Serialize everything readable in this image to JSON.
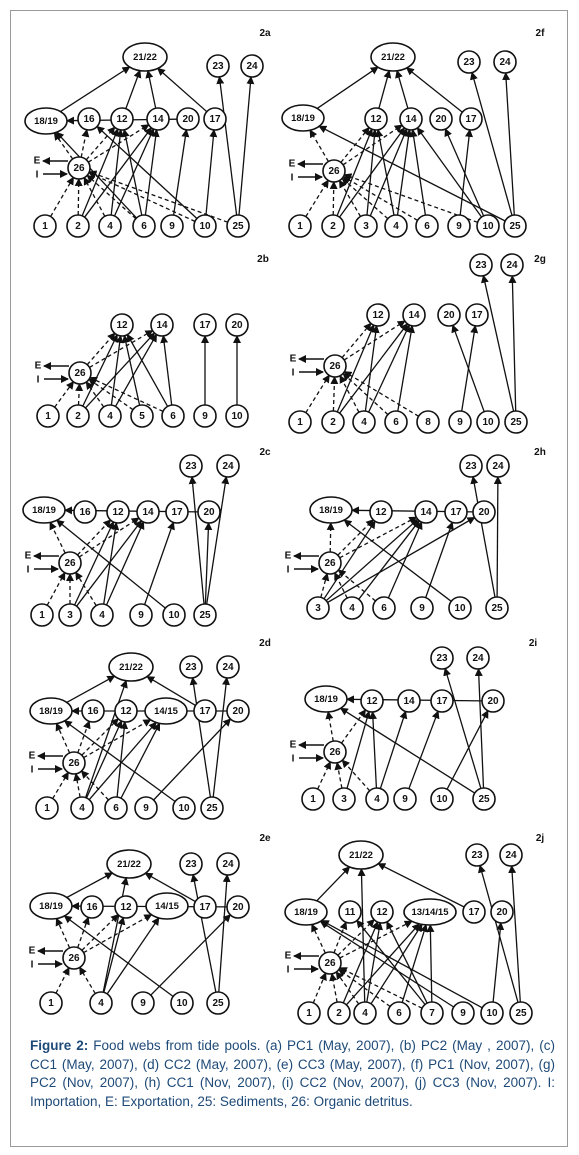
{
  "figure": {
    "caption_label": "Figure 2:",
    "caption_text": " Food webs from tide pools. (a) PC1 (May, 2007), (b) PC2 (May , 2007), (c) CC1 (May, 2007), (d) CC2 (May, 2007), (e) CC3 (May, 2007), (f) PC1 (Nov, 2007), (g) PC2 (Nov, 2007), (h) CC1 (Nov, 2007), (i) CC2 (Nov, 2007), (j) CC3 (Nov, 2007). I: Importation, E: Exportation, 25: Sediments, 26: Organic detritus."
  },
  "panels": [
    {
      "id": "2a",
      "nodes": [
        "21/22",
        "23",
        "24",
        "18/19",
        "16",
        "12",
        "14",
        "20",
        "17",
        "26",
        "1",
        "2",
        "4",
        "6",
        "9",
        "10",
        "25"
      ],
      "edges": [
        [
          "18/19",
          "21/22",
          "solid"
        ],
        [
          "12",
          "21/22",
          "solid"
        ],
        [
          "14",
          "21/22",
          "solid"
        ],
        [
          "17",
          "21/22",
          "solid"
        ],
        [
          "25",
          "23",
          "solid"
        ],
        [
          "25",
          "24",
          "solid"
        ],
        [
          "20",
          "18/19",
          "solid"
        ],
        [
          "2",
          "12",
          "solid"
        ],
        [
          "2",
          "14",
          "solid"
        ],
        [
          "4",
          "12",
          "solid"
        ],
        [
          "4",
          "14",
          "solid"
        ],
        [
          "6",
          "12",
          "solid"
        ],
        [
          "6",
          "14",
          "solid"
        ],
        [
          "6",
          "18/19",
          "solid"
        ],
        [
          "9",
          "20",
          "solid"
        ],
        [
          "10",
          "17",
          "solid"
        ],
        [
          "10",
          "16",
          "solid"
        ],
        [
          "26",
          "12",
          "dashed"
        ],
        [
          "26",
          "14",
          "dashed"
        ],
        [
          "26",
          "18/19",
          "dashed"
        ],
        [
          "26",
          "16",
          "dashed"
        ],
        [
          "1",
          "26",
          "dashed"
        ],
        [
          "2",
          "26",
          "dashed"
        ],
        [
          "4",
          "26",
          "dashed"
        ],
        [
          "6",
          "26",
          "dashed"
        ],
        [
          "10",
          "26",
          "dashed"
        ],
        [
          "25",
          "26",
          "dashed"
        ]
      ]
    },
    {
      "id": "2f",
      "nodes": [
        "21/22",
        "23",
        "24",
        "18/19",
        "12",
        "14",
        "20",
        "17",
        "26",
        "1",
        "2",
        "3",
        "4",
        "6",
        "9",
        "10",
        "25"
      ],
      "edges": [
        [
          "18/19",
          "21/22",
          "solid"
        ],
        [
          "12",
          "21/22",
          "solid"
        ],
        [
          "14",
          "21/22",
          "solid"
        ],
        [
          "17",
          "21/22",
          "solid"
        ],
        [
          "25",
          "23",
          "solid"
        ],
        [
          "25",
          "24",
          "solid"
        ],
        [
          "25",
          "18/19",
          "solid"
        ],
        [
          "2",
          "12",
          "solid"
        ],
        [
          "2",
          "14",
          "solid"
        ],
        [
          "3",
          "12",
          "solid"
        ],
        [
          "3",
          "14",
          "solid"
        ],
        [
          "4",
          "12",
          "solid"
        ],
        [
          "4",
          "14",
          "solid"
        ],
        [
          "6",
          "14",
          "solid"
        ],
        [
          "9",
          "17",
          "solid"
        ],
        [
          "10",
          "20",
          "solid"
        ],
        [
          "10",
          "14",
          "solid"
        ],
        [
          "26",
          "12",
          "dashed"
        ],
        [
          "26",
          "14",
          "dashed"
        ],
        [
          "26",
          "18/19",
          "dashed"
        ],
        [
          "1",
          "26",
          "dashed"
        ],
        [
          "2",
          "26",
          "dashed"
        ],
        [
          "3",
          "26",
          "dashed"
        ],
        [
          "4",
          "26",
          "dashed"
        ],
        [
          "6",
          "26",
          "dashed"
        ],
        [
          "10",
          "26",
          "dashed"
        ]
      ]
    },
    {
      "id": "2b",
      "nodes": [
        "12",
        "14",
        "17",
        "20",
        "26",
        "1",
        "2",
        "4",
        "5",
        "6",
        "9",
        "10"
      ],
      "edges": [
        [
          "2",
          "12",
          "solid"
        ],
        [
          "2",
          "14",
          "solid"
        ],
        [
          "4",
          "12",
          "solid"
        ],
        [
          "4",
          "14",
          "solid"
        ],
        [
          "5",
          "12",
          "solid"
        ],
        [
          "6",
          "12",
          "solid"
        ],
        [
          "6",
          "14",
          "solid"
        ],
        [
          "9",
          "17",
          "solid"
        ],
        [
          "10",
          "20",
          "solid"
        ],
        [
          "26",
          "12",
          "dashed"
        ],
        [
          "26",
          "14",
          "dashed"
        ],
        [
          "1",
          "26",
          "dashed"
        ],
        [
          "2",
          "26",
          "dashed"
        ],
        [
          "4",
          "26",
          "dashed"
        ],
        [
          "5",
          "26",
          "dashed"
        ],
        [
          "6",
          "26",
          "dashed"
        ]
      ]
    },
    {
      "id": "2g",
      "nodes": [
        "23",
        "24",
        "12",
        "14",
        "20",
        "17",
        "26",
        "1",
        "2",
        "4",
        "6",
        "8",
        "9",
        "10",
        "25"
      ],
      "edges": [
        [
          "25",
          "23",
          "solid"
        ],
        [
          "25",
          "24",
          "solid"
        ],
        [
          "10",
          "20",
          "solid"
        ],
        [
          "9",
          "17",
          "solid"
        ],
        [
          "2",
          "12",
          "solid"
        ],
        [
          "2",
          "14",
          "solid"
        ],
        [
          "4",
          "12",
          "solid"
        ],
        [
          "4",
          "14",
          "solid"
        ],
        [
          "6",
          "14",
          "solid"
        ],
        [
          "26",
          "12",
          "dashed"
        ],
        [
          "26",
          "14",
          "dashed"
        ],
        [
          "1",
          "26",
          "dashed"
        ],
        [
          "2",
          "26",
          "dashed"
        ],
        [
          "4",
          "26",
          "dashed"
        ],
        [
          "6",
          "26",
          "dashed"
        ],
        [
          "8",
          "26",
          "dashed"
        ]
      ]
    },
    {
      "id": "2c",
      "nodes": [
        "23",
        "24",
        "18/19",
        "16",
        "12",
        "14",
        "17",
        "20",
        "26",
        "1",
        "3",
        "4",
        "9",
        "10",
        "25"
      ],
      "edges": [
        [
          "25",
          "23",
          "solid"
        ],
        [
          "25",
          "24",
          "solid"
        ],
        [
          "20",
          "18/19",
          "solid"
        ],
        [
          "10",
          "18/19",
          "solid"
        ],
        [
          "3",
          "12",
          "solid"
        ],
        [
          "3",
          "14",
          "solid"
        ],
        [
          "4",
          "12",
          "solid"
        ],
        [
          "4",
          "14",
          "solid"
        ],
        [
          "9",
          "17",
          "solid"
        ],
        [
          "25",
          "20",
          "solid"
        ],
        [
          "26",
          "12",
          "dashed"
        ],
        [
          "26",
          "14",
          "dashed"
        ],
        [
          "26",
          "18/19",
          "dashed"
        ],
        [
          "1",
          "26",
          "dashed"
        ],
        [
          "3",
          "26",
          "dashed"
        ],
        [
          "4",
          "26",
          "dashed"
        ]
      ]
    },
    {
      "id": "2h",
      "nodes": [
        "23",
        "24",
        "18/19",
        "12",
        "14",
        "17",
        "20",
        "26",
        "3",
        "4",
        "6",
        "9",
        "10",
        "25"
      ],
      "edges": [
        [
          "25",
          "23",
          "solid"
        ],
        [
          "25",
          "24",
          "solid"
        ],
        [
          "20",
          "18/19",
          "solid"
        ],
        [
          "10",
          "18/19",
          "solid"
        ],
        [
          "3",
          "12",
          "solid"
        ],
        [
          "3",
          "14",
          "solid"
        ],
        [
          "4",
          "14",
          "solid"
        ],
        [
          "6",
          "14",
          "solid"
        ],
        [
          "9",
          "17",
          "solid"
        ],
        [
          "3",
          "20",
          "solid"
        ],
        [
          "26",
          "12",
          "dashed"
        ],
        [
          "26",
          "14",
          "dashed"
        ],
        [
          "26",
          "18/19",
          "dashed"
        ],
        [
          "3",
          "26",
          "dashed"
        ],
        [
          "4",
          "26",
          "dashed"
        ],
        [
          "6",
          "26",
          "dashed"
        ]
      ]
    },
    {
      "id": "2d",
      "nodes": [
        "21/22",
        "23",
        "24",
        "18/19",
        "16",
        "12",
        "14/15",
        "17",
        "20",
        "26",
        "1",
        "4",
        "6",
        "9",
        "10",
        "25"
      ],
      "edges": [
        [
          "18/19",
          "21/22",
          "solid"
        ],
        [
          "17",
          "21/22",
          "solid"
        ],
        [
          "4",
          "21/22",
          "solid"
        ],
        [
          "25",
          "23",
          "solid"
        ],
        [
          "25",
          "24",
          "solid"
        ],
        [
          "20",
          "18/19",
          "solid"
        ],
        [
          "10",
          "18/19",
          "solid"
        ],
        [
          "4",
          "12",
          "solid"
        ],
        [
          "4",
          "14/15",
          "solid"
        ],
        [
          "6",
          "12",
          "solid"
        ],
        [
          "6",
          "14/15",
          "solid"
        ],
        [
          "9",
          "20",
          "solid"
        ],
        [
          "26",
          "12",
          "dashed"
        ],
        [
          "26",
          "14/15",
          "dashed"
        ],
        [
          "26",
          "18/19",
          "dashed"
        ],
        [
          "26",
          "16",
          "dashed"
        ],
        [
          "1",
          "26",
          "dashed"
        ],
        [
          "4",
          "26",
          "dashed"
        ],
        [
          "6",
          "26",
          "dashed"
        ]
      ]
    },
    {
      "id": "2i",
      "nodes": [
        "23",
        "24",
        "18/19",
        "12",
        "14",
        "17",
        "20",
        "26",
        "1",
        "3",
        "4",
        "9",
        "10",
        "25"
      ],
      "edges": [
        [
          "25",
          "23",
          "solid"
        ],
        [
          "25",
          "24",
          "solid"
        ],
        [
          "20",
          "18/19",
          "solid"
        ],
        [
          "25",
          "18/19",
          "solid"
        ],
        [
          "3",
          "12",
          "solid"
        ],
        [
          "4",
          "12",
          "solid"
        ],
        [
          "4",
          "14",
          "solid"
        ],
        [
          "9",
          "17",
          "solid"
        ],
        [
          "10",
          "20",
          "solid"
        ],
        [
          "26",
          "12",
          "dashed"
        ],
        [
          "26",
          "18/19",
          "dashed"
        ],
        [
          "1",
          "26",
          "dashed"
        ],
        [
          "3",
          "26",
          "dashed"
        ],
        [
          "4",
          "26",
          "dashed"
        ]
      ]
    },
    {
      "id": "2e",
      "nodes": [
        "21/22",
        "23",
        "24",
        "18/19",
        "16",
        "12",
        "14/15",
        "17",
        "20",
        "26",
        "1",
        "4",
        "9",
        "10",
        "25"
      ],
      "edges": [
        [
          "18/19",
          "21/22",
          "solid"
        ],
        [
          "17",
          "21/22",
          "solid"
        ],
        [
          "4",
          "21/22",
          "solid"
        ],
        [
          "25",
          "23",
          "solid"
        ],
        [
          "25",
          "24",
          "solid"
        ],
        [
          "20",
          "18/19",
          "solid"
        ],
        [
          "10",
          "18/19",
          "solid"
        ],
        [
          "4",
          "12",
          "solid"
        ],
        [
          "4",
          "14/15",
          "solid"
        ],
        [
          "9",
          "20",
          "solid"
        ],
        [
          "26",
          "12",
          "dashed"
        ],
        [
          "26",
          "14/15",
          "dashed"
        ],
        [
          "26",
          "18/19",
          "dashed"
        ],
        [
          "26",
          "16",
          "dashed"
        ],
        [
          "1",
          "26",
          "dashed"
        ],
        [
          "4",
          "26",
          "dashed"
        ]
      ]
    },
    {
      "id": "2j",
      "nodes": [
        "21/22",
        "23",
        "24",
        "18/19",
        "11",
        "12",
        "13/14/15",
        "17",
        "20",
        "26",
        "1",
        "2",
        "4",
        "6",
        "7",
        "9",
        "10",
        "25"
      ],
      "edges": [
        [
          "18/19",
          "21/22",
          "solid"
        ],
        [
          "17",
          "21/22",
          "solid"
        ],
        [
          "4",
          "21/22",
          "solid"
        ],
        [
          "25",
          "23",
          "solid"
        ],
        [
          "25",
          "24",
          "solid"
        ],
        [
          "9",
          "18/19",
          "solid"
        ],
        [
          "10",
          "18/19",
          "solid"
        ],
        [
          "2",
          "12",
          "solid"
        ],
        [
          "2",
          "13/14/15",
          "solid"
        ],
        [
          "4",
          "12",
          "solid"
        ],
        [
          "4",
          "13/14/15",
          "solid"
        ],
        [
          "6",
          "13/14/15",
          "solid"
        ],
        [
          "7",
          "12",
          "solid"
        ],
        [
          "7",
          "13/14/15",
          "solid"
        ],
        [
          "10",
          "20",
          "solid"
        ],
        [
          "7",
          "11",
          "solid"
        ],
        [
          "26",
          "11",
          "dashed"
        ],
        [
          "26",
          "12",
          "dashed"
        ],
        [
          "26",
          "13/14/15",
          "dashed"
        ],
        [
          "26",
          "18/19",
          "dashed"
        ],
        [
          "1",
          "26",
          "dashed"
        ],
        [
          "2",
          "26",
          "dashed"
        ],
        [
          "4",
          "26",
          "dashed"
        ],
        [
          "6",
          "26",
          "dashed"
        ],
        [
          "7",
          "26",
          "dashed"
        ]
      ]
    }
  ],
  "labels": {
    "export": "E",
    "import": "I"
  }
}
